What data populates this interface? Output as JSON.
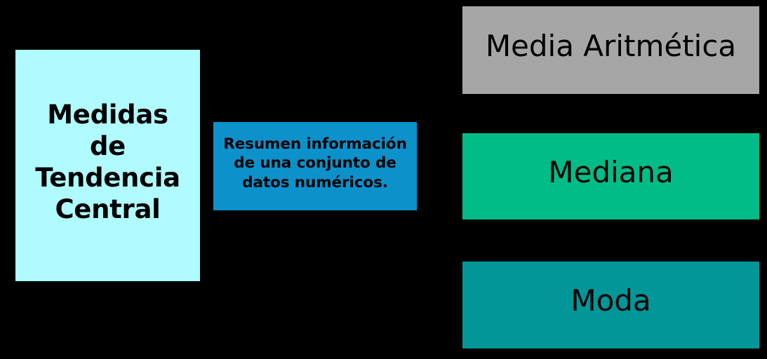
{
  "diagram": {
    "background_color": "#000000",
    "main_concept": {
      "label": "Medidas\nde\nTendencia\nCentral",
      "color": "#AFFBFF"
    },
    "definition": {
      "label": "Resumen información\nde una conjunto de\ndatos numéricos.",
      "color": "#0C91CB"
    },
    "measures": [
      {
        "label": "Media Aritmética",
        "color": "#A6A6A6"
      },
      {
        "label": "Mediana",
        "color": "#01BC87"
      },
      {
        "label": "Moda",
        "color": "#029699"
      }
    ]
  }
}
